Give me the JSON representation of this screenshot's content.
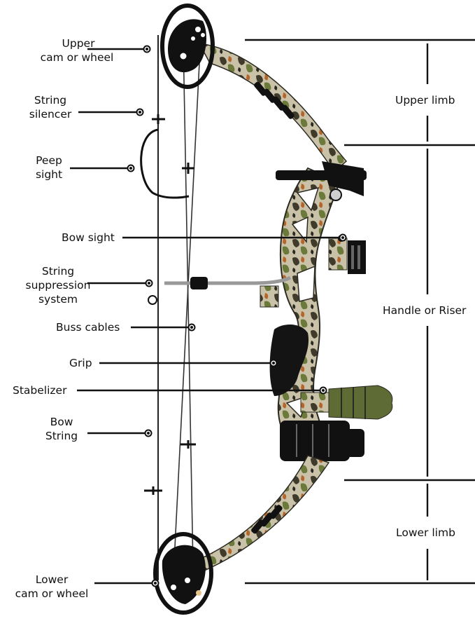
{
  "labels": {
    "upper_cam": [
      "Upper",
      "cam or wheel"
    ],
    "string_silencer": [
      "String",
      "silencer"
    ],
    "peep_sight": [
      "Peep",
      "sight"
    ],
    "bow_sight": "Bow sight",
    "string_suppression": [
      "String",
      "suppression",
      "system"
    ],
    "buss_cables": "Buss cables",
    "grip": "Grip",
    "stabilizer": "Stabelizer",
    "bow_string": [
      "Bow",
      "String"
    ],
    "lower_cam": [
      "Lower",
      "cam or wheel"
    ]
  },
  "sections": {
    "upper_limb": "Upper limb",
    "handle_riser": "Handle or Riser",
    "lower_limb": "Lower limb"
  },
  "colors": {
    "ink": "#111111",
    "camo_light": "#c9c2a8",
    "camo_dark": "#3f3a2a",
    "camo_green": "#6b7a3a",
    "camo_orange": "#b5652a"
  }
}
